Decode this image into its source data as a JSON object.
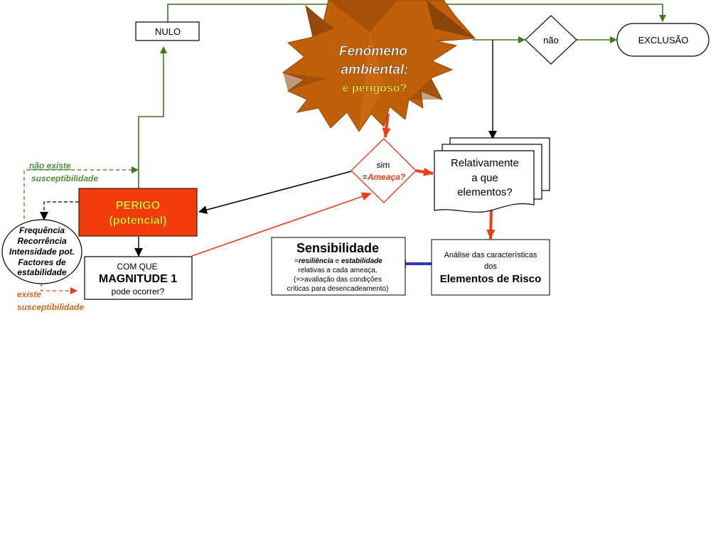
{
  "diagram": {
    "type": "flowchart",
    "language": "pt",
    "colors": {
      "flow_green": "#3d7a17",
      "flow_black": "#000000",
      "flow_red": "#ee3b1a",
      "flow_blue": "#3535b5",
      "perigo_fill": "#f23c0c",
      "perigo_text": "#ffee33",
      "starburst": "#c0600a",
      "starburst_dark": "#7a3c08",
      "label_green": "#4f8f3a",
      "label_orange": "#cc6a1c"
    },
    "nodes": {
      "fenomeno": {
        "line1": "Fenómeno",
        "line2": "ambiental:",
        "line3": "é perigoso?"
      },
      "nulo": {
        "label": "NULO"
      },
      "nao_decision": {
        "label": "não"
      },
      "exclusao": {
        "label": "EXCLUSÃO"
      },
      "sim_decision": {
        "line1": "sim",
        "line2_prefix": "=",
        "line2_em": "Ameaça?"
      },
      "relativamente": {
        "line1": "Relativamente",
        "line2": "a que",
        "line3": "elementos?"
      },
      "perigo": {
        "line1": "PERIGO",
        "line2": "(potencial)"
      },
      "factors": {
        "lines": [
          "Frequência",
          "Recorrência",
          "Intensidade pot.",
          "Factores de",
          "estabilidade"
        ]
      },
      "magnitude": {
        "line1": "COM QUE",
        "line2": "MAGNITUDE 1",
        "line3": "pode ocorrer?"
      },
      "sensibilidade": {
        "title": "Sensibilidade",
        "line1_prefix": "=",
        "line1_em1": "resiliência",
        "line1_mid": " e ",
        "line1_em2": "estabilidade",
        "line2": "relativas a cada ameaça,",
        "line3": "(=>avaliação das condições",
        "line4": "críticas para desencadeamento)"
      },
      "elementos": {
        "line1": "Análise das características",
        "line2": "dos",
        "line3": "Elementos de Risco"
      }
    },
    "edge_labels": {
      "nao_existe_1": "não existe",
      "nao_existe_2": "susceptibilidade",
      "existe_1": "existe",
      "existe_2": "susceptibilidade"
    }
  }
}
